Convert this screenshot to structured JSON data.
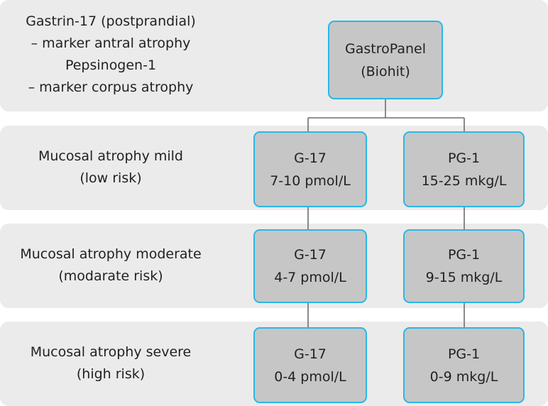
{
  "bands": [
    {
      "label_lines": [
        "Gastrin-17 (postprandial)",
        "– marker antral atrophy",
        "Pepsinogen-1",
        "– marker corpus atrophy"
      ]
    },
    {
      "label_lines": [
        "Mucosal atrophy mild",
        "(low risk)"
      ]
    },
    {
      "label_lines": [
        "Mucosal atrophy moderate",
        "(modarate risk)"
      ]
    },
    {
      "label_lines": [
        "Mucosal atrophy severe",
        "(high risk)"
      ]
    }
  ],
  "root": {
    "lines": [
      "GastroPanel",
      "(Biohit)"
    ]
  },
  "g17": [
    {
      "lines": [
        "G-17",
        "7-10 pmol/L"
      ]
    },
    {
      "lines": [
        "G-17",
        "4-7 pmol/L"
      ]
    },
    {
      "lines": [
        "G-17",
        "0-4 pmol/L"
      ]
    }
  ],
  "pg1": [
    {
      "lines": [
        "PG-1",
        "15-25 mkg/L"
      ]
    },
    {
      "lines": [
        "PG-1",
        "9-15 mkg/L"
      ]
    },
    {
      "lines": [
        "PG-1",
        "0-9 mkg/L"
      ]
    }
  ],
  "colors": {
    "band": "#ebebeb",
    "node_fill": "#c6c6c6",
    "node_border": "#29b7e8",
    "connector": "#6d6e71"
  }
}
